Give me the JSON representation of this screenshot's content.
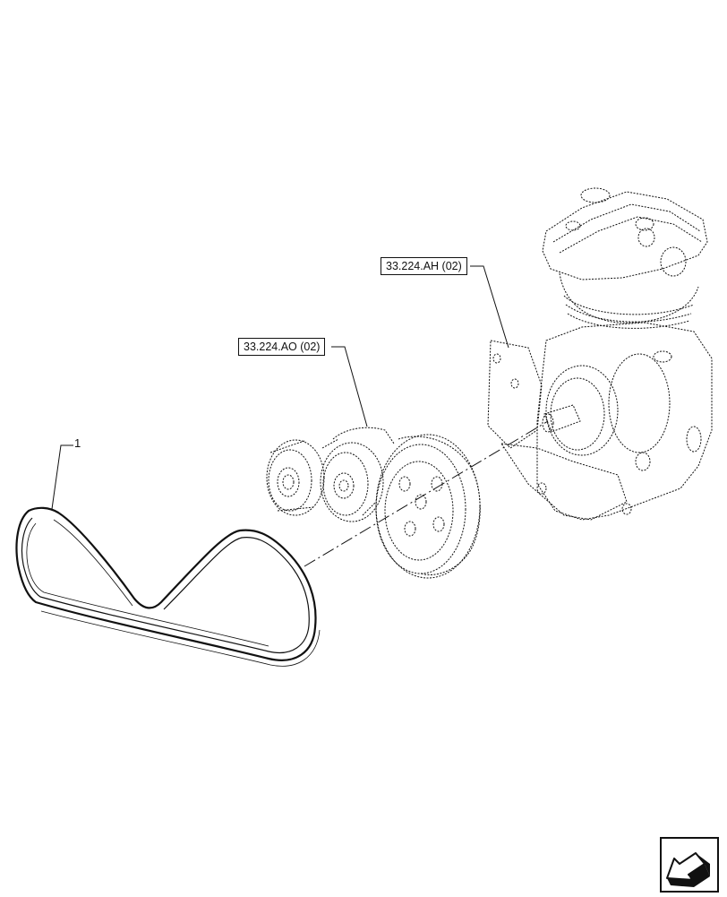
{
  "diagram": {
    "callouts": [
      {
        "id": "belt",
        "label": "1"
      }
    ],
    "references": [
      {
        "id": "compressor",
        "label": "33.224.AH (02)"
      },
      {
        "id": "tensioner",
        "label": "33.224.AO (02)"
      }
    ],
    "nav": {
      "icon": "next-page-arrow-icon"
    },
    "colors": {
      "line": "#111111",
      "background": "#ffffff"
    }
  }
}
